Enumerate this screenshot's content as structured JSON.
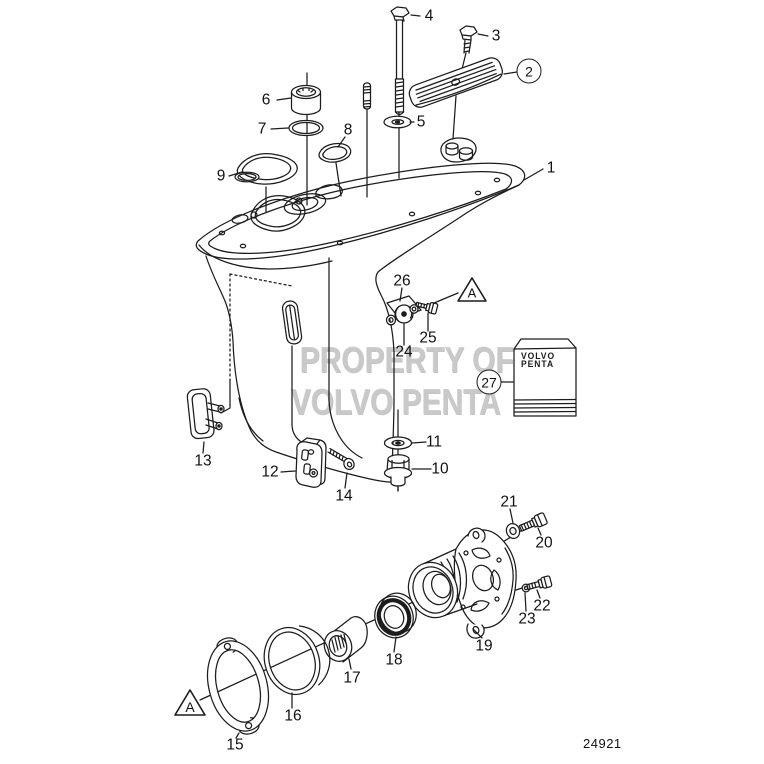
{
  "canvas": {
    "background": "#ffffff",
    "line_color": "#1c1c1c"
  },
  "watermark": {
    "line1": "PROPERTY OF",
    "line2": "VOLVO PENTA",
    "color": "#c9c9c9"
  },
  "drawing_number": "24921",
  "parts_box": {
    "line1": "VOLVO",
    "line2": "PENTA"
  },
  "warning": {
    "label": "A"
  },
  "callouts": {
    "n1": "1",
    "n2": "2",
    "n3": "3",
    "n4": "4",
    "n5": "5",
    "n6": "6",
    "n7": "7",
    "n8": "8",
    "n9": "9",
    "n10": "10",
    "n11": "11",
    "n12": "12",
    "n13": "13",
    "n14": "14",
    "n15": "15",
    "n16": "16",
    "n17": "17",
    "n18": "18",
    "n19": "19",
    "n20": "20",
    "n21": "21",
    "n22": "22",
    "n23": "23",
    "n24": "24",
    "n25": "25",
    "n26": "26",
    "n27": "27"
  }
}
